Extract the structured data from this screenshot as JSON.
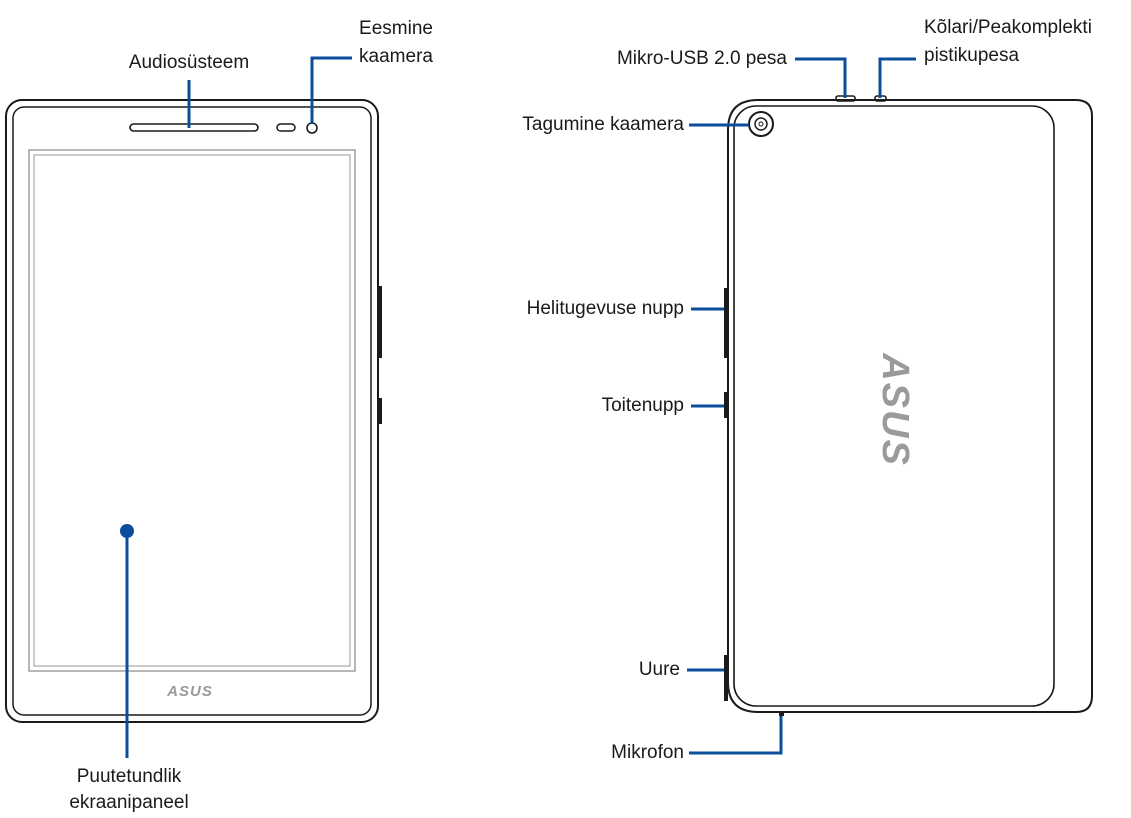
{
  "colors": {
    "leader": "#0b4f9c",
    "outline": "#1a1a1a",
    "bezel_gray": "#9a9a9a",
    "logo": "#9a9a9a"
  },
  "front_view": {
    "logo_text": "ASUS",
    "labels": {
      "speaker": "Audiosüsteem",
      "front_camera_line1": "Eesmine",
      "front_camera_line2": "kaamera",
      "touch_line1": "Puutetundlik",
      "touch_line2": "ekraanipaneel"
    }
  },
  "back_view": {
    "logo_text": "ASUS",
    "labels": {
      "usb": "Mikro-USB 2.0 pesa",
      "jack_line1": "Kõlari/Peakomplekti",
      "jack_line2": "pistikupesa",
      "rear_camera": "Tagumine kaamera",
      "volume": "Helitugevuse nupp",
      "power": "Toitenupp",
      "slot": "Uure",
      "mic": "Mikrofon"
    }
  }
}
